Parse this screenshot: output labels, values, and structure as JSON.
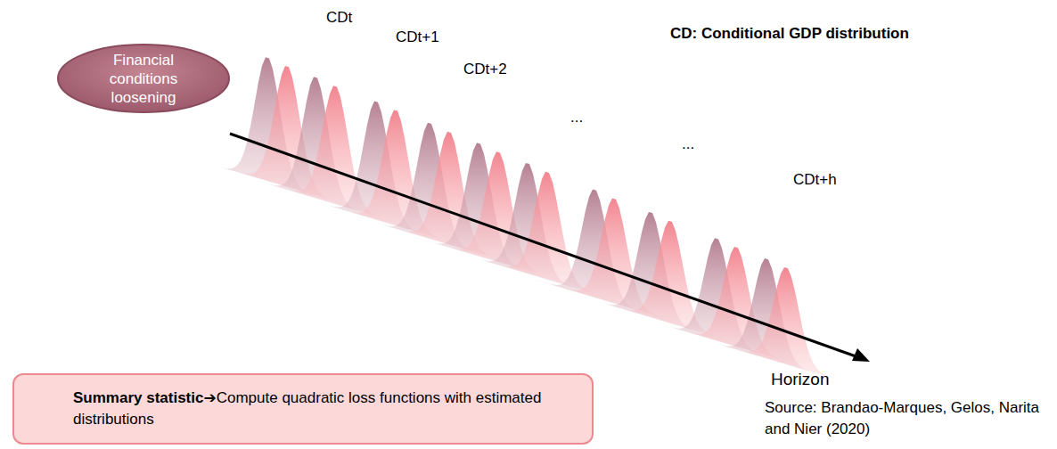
{
  "diagram": {
    "nodes": [
      {
        "text": [
          "Financial conditions loosening"
        ]
      },
      {
        "text": [
          "Summary statistic",
          "➔Compute quadratic loss functions with estimated distributions"
        ]
      }
    ],
    "labels": [
      "CD: Conditional GDP distribution",
      "CDt",
      "CDt+1",
      "CDt+2",
      "...",
      "...",
      "CDt+h",
      "Horizon",
      "Source: Brandao-Marques, Gelos, Narita and Nier (2020)"
    ]
  }
}
